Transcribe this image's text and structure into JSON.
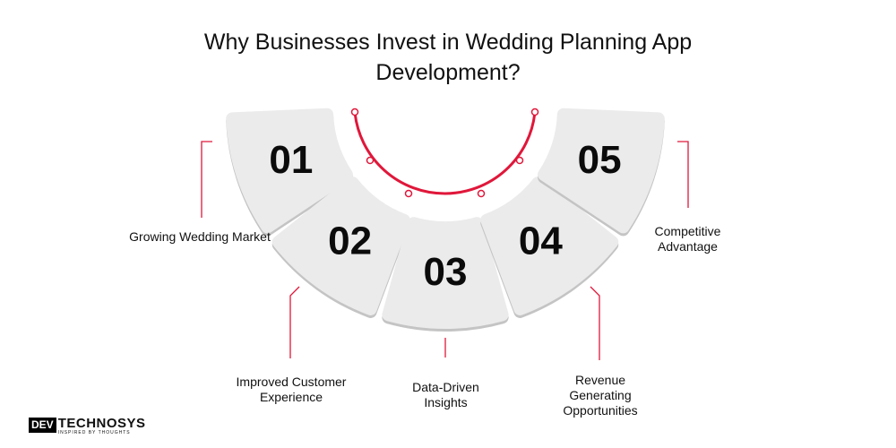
{
  "title": "Why Businesses Invest in Wedding Planning App Development?",
  "steps": [
    {
      "number": "01",
      "label": "Growing Wedding Market"
    },
    {
      "number": "02",
      "label": "Improved Customer Experience"
    },
    {
      "number": "03",
      "label": "Data-Driven Insights"
    },
    {
      "number": "04",
      "label": "Revenue Generating Opportunities"
    },
    {
      "number": "05",
      "label": "Competitive Advantage"
    }
  ],
  "logo": {
    "part1": "DEV",
    "part2": "TECHNOSYS",
    "tagline": "INSPIRED BY THOUGHTS"
  },
  "colors": {
    "accent": "#e0173a",
    "segment": "#ebebeb",
    "shadow": "#c4c4c4"
  }
}
